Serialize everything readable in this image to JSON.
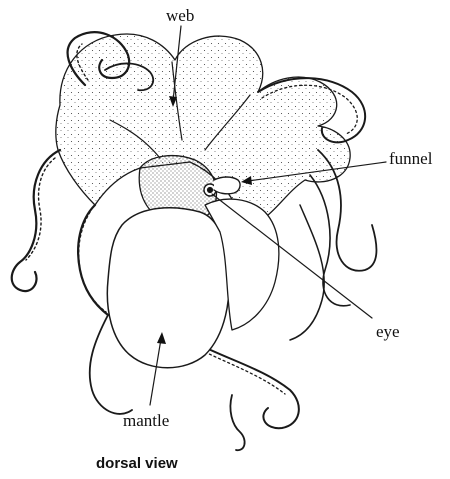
{
  "figure": {
    "caption": "dorsal view",
    "labels": {
      "web": "web",
      "funnel": "funnel",
      "eye": "eye",
      "mantle": "mantle"
    },
    "ink_color": "#111111"
  }
}
